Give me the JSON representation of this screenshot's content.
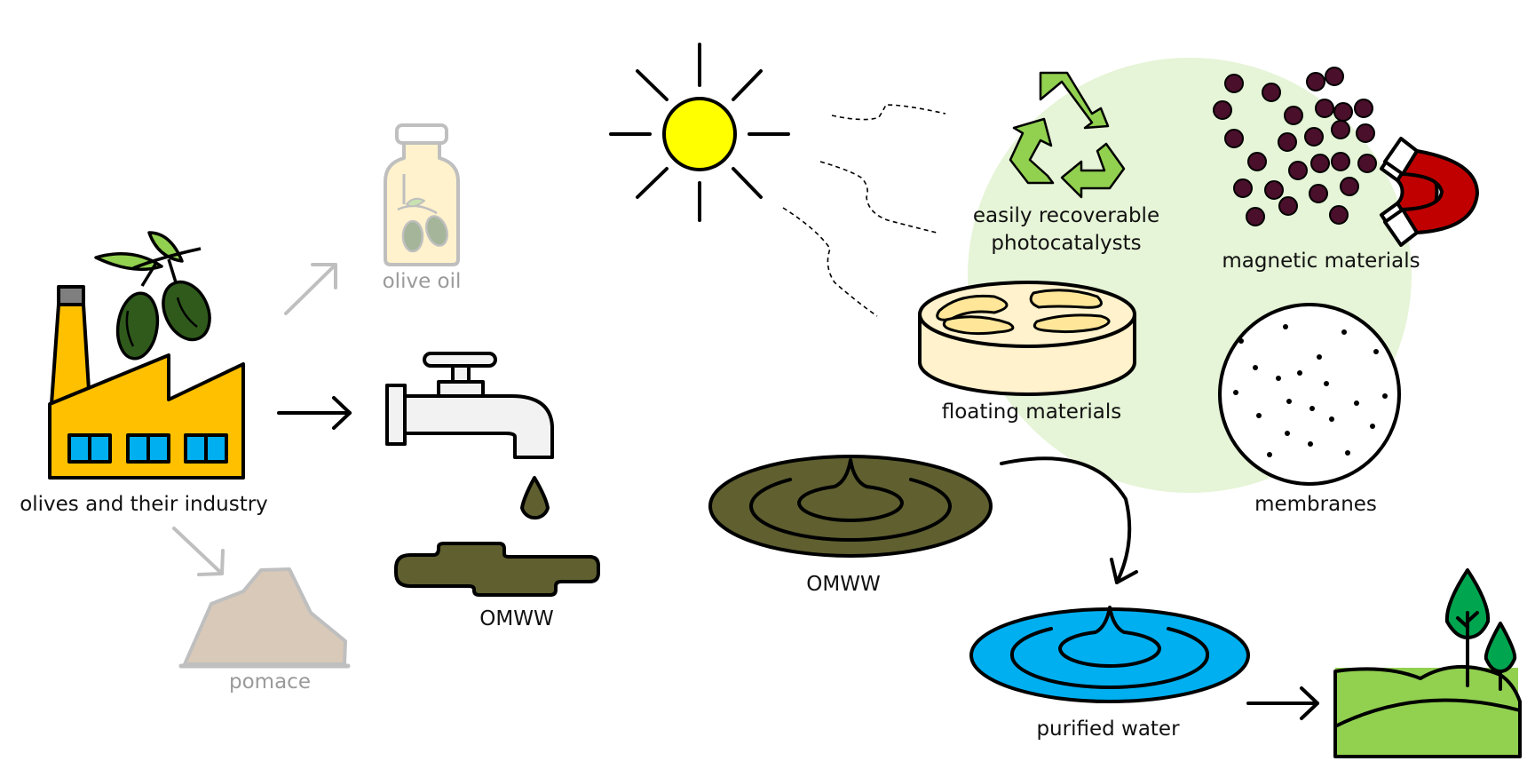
{
  "labels": {
    "industry": "olives and their industry",
    "olive_oil": "olive oil",
    "pomace": "pomace",
    "omww_tap": "OMWW",
    "omww_puddle": "OMWW",
    "recoverable_line1": "easily recoverable",
    "recoverable_line2": "photocatalysts",
    "magnetic": "magnetic materials",
    "floating": "floating materials",
    "membranes": "membranes",
    "purified": "purified water"
  },
  "colors": {
    "factory": "#ffc000",
    "olive_leaf": "#92d050",
    "olive_fruit": "#2f5a1c",
    "sun": "#ffff00",
    "omww": "#5f5f30",
    "purified_water": "#00aff0",
    "recycle": "#92d050",
    "magnet": "#c00000",
    "particles": "#4a0f2a",
    "highlight_area": "#e6f4d7",
    "land": "#92d050",
    "tree": "#00a550"
  }
}
